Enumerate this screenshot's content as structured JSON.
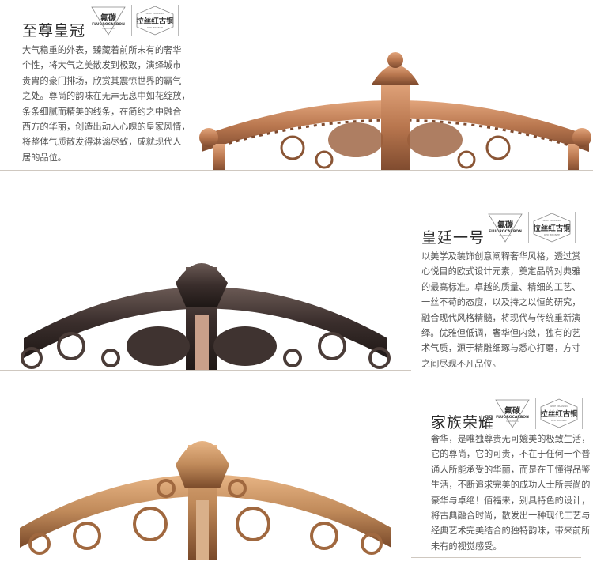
{
  "sections": [
    {
      "title": "至尊皇冠",
      "badge1": {
        "main": "氟碳",
        "sub": "FLUOROCARBON",
        "tiny": "COATINGS"
      },
      "badge2": {
        "top": "WIRE DRAWING",
        "main": "拉丝红古铜",
        "tiny": "RED BRONZE"
      },
      "lines": [
        "大气稳重的外表，臻藏着前所未有的奢华",
        "个性，将大气之美散发到极致，演绎城市",
        "贵胄的豪门排场，欣赏其震惊世界的霸气",
        "之处。尊尚的韵味在无声无息中如花绽放，",
        "条条细腻而精美的线条，在简约之中融合",
        "西方的华丽，创造出动人心魄的皇家风情，",
        "将整体气质散发得淋漓尽致，成就现代人",
        "居的品位。"
      ]
    },
    {
      "title": "皇廷一号",
      "badge1": {
        "main": "氟碳",
        "sub": "FLUOROCARBON",
        "tiny": "COATINGS"
      },
      "badge2": {
        "top": "WIRE DRAWING",
        "main": "拉丝红古铜",
        "tiny": "RED BRONZE"
      },
      "lines": [
        "以美学及装饰创意阐释奢华风格，透过赏",
        "心悦目的欧式设计元素，奠定品牌对典雅",
        "的最高标准。卓越的质量、精细的工艺、",
        "一丝不苟的态度，以及持之以恒的研究，",
        "融合现代风格精髓，将现代与传统重新演",
        "绎。优雅但低调，奢华但内敛，独有的艺",
        "术气质，源于精雕细琢与悉心打磨，方寸",
        "之间尽现不凡品位。"
      ]
    },
    {
      "title": "家族荣耀",
      "badge1": {
        "main": "氟碳",
        "sub": "FLUOROCARBON",
        "tiny": "COATINGS"
      },
      "badge2": {
        "top": "WIRE DRAWING",
        "main": "拉丝红古铜",
        "tiny": "RED BRONZE"
      },
      "lines": [
        "奢华，是唯独尊贵无可媲美的极致生活，",
        "它的尊尚，它的可贵，不在于任何一个普",
        "通人所能承受的华丽，而是在于懂得品鉴",
        "生活，不断追求完美的成功人士所崇尚的",
        "豪华与卓绝！佰福来，别具特色的设计，",
        "将古典融合时尚，散发出一种现代工艺与",
        "经典艺术完美结合的独特韵味，带来前所",
        "未有的视觉感受。"
      ]
    }
  ],
  "colors": {
    "copper": "#b9774f",
    "dark": "#3a2e2c",
    "gold": "#c08a5a"
  }
}
